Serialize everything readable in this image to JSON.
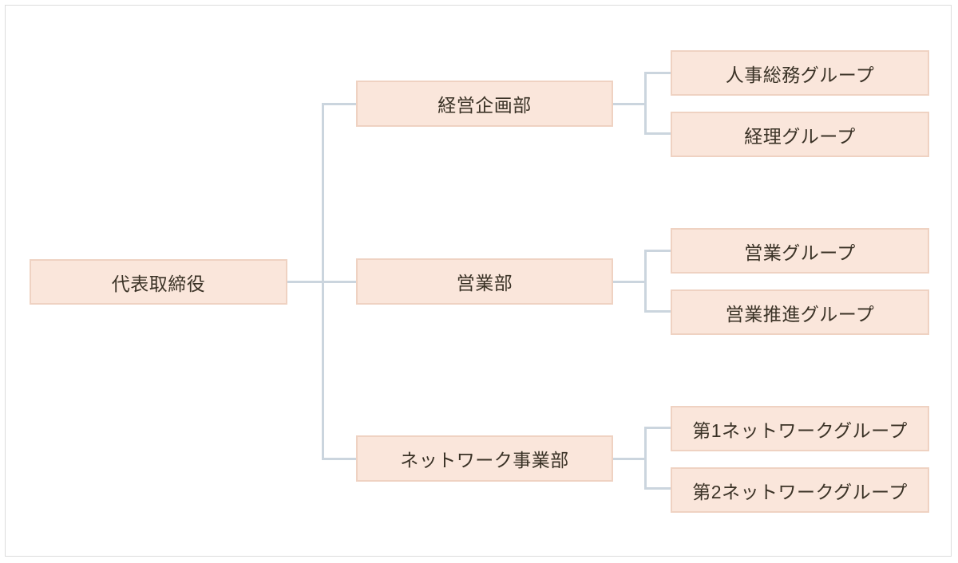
{
  "chart_data": {
    "type": "diagram",
    "subtype": "organization-chart",
    "orientation": "left-to-right",
    "title": "",
    "colors": {
      "node_fill": "#FAE6DB",
      "node_border": "#EFD2C2",
      "connector": "#CBD5DE",
      "text": "#3A3226",
      "frame_border": "#DCDCDC",
      "background": "#FFFFFF"
    },
    "levels": 3,
    "root": {
      "label": "代表取締役",
      "children": [
        {
          "label": "経営企画部",
          "children": [
            {
              "label": "人事総務グループ"
            },
            {
              "label": "経理グループ"
            }
          ]
        },
        {
          "label": "営業部",
          "children": [
            {
              "label": "営業グループ"
            },
            {
              "label": "営業推進グループ"
            }
          ]
        },
        {
          "label": "ネットワーク事業部",
          "children": [
            {
              "label": "第1ネットワークグループ"
            },
            {
              "label": "第2ネットワークグループ"
            }
          ]
        }
      ]
    },
    "nodes_flat": [
      {
        "id": "root",
        "level": 1,
        "label": "代表取締役"
      },
      {
        "id": "dept1",
        "level": 2,
        "label": "経営企画部"
      },
      {
        "id": "dept2",
        "level": 2,
        "label": "営業部"
      },
      {
        "id": "dept3",
        "level": 2,
        "label": "ネットワーク事業部"
      },
      {
        "id": "g1a",
        "level": 3,
        "label": "人事総務グループ"
      },
      {
        "id": "g1b",
        "level": 3,
        "label": "経理グループ"
      },
      {
        "id": "g2a",
        "level": 3,
        "label": "営業グループ"
      },
      {
        "id": "g2b",
        "level": 3,
        "label": "営業推進グループ"
      },
      {
        "id": "g3a",
        "level": 3,
        "label": "第1ネットワークグループ"
      },
      {
        "id": "g3b",
        "level": 3,
        "label": "第2ネットワークグループ"
      }
    ],
    "edges": [
      {
        "from": "root",
        "to": "dept1"
      },
      {
        "from": "root",
        "to": "dept2"
      },
      {
        "from": "root",
        "to": "dept3"
      },
      {
        "from": "dept1",
        "to": "g1a"
      },
      {
        "from": "dept1",
        "to": "g1b"
      },
      {
        "from": "dept2",
        "to": "g2a"
      },
      {
        "from": "dept2",
        "to": "g2b"
      },
      {
        "from": "dept3",
        "to": "g3a"
      },
      {
        "from": "dept3",
        "to": "g3b"
      }
    ]
  }
}
